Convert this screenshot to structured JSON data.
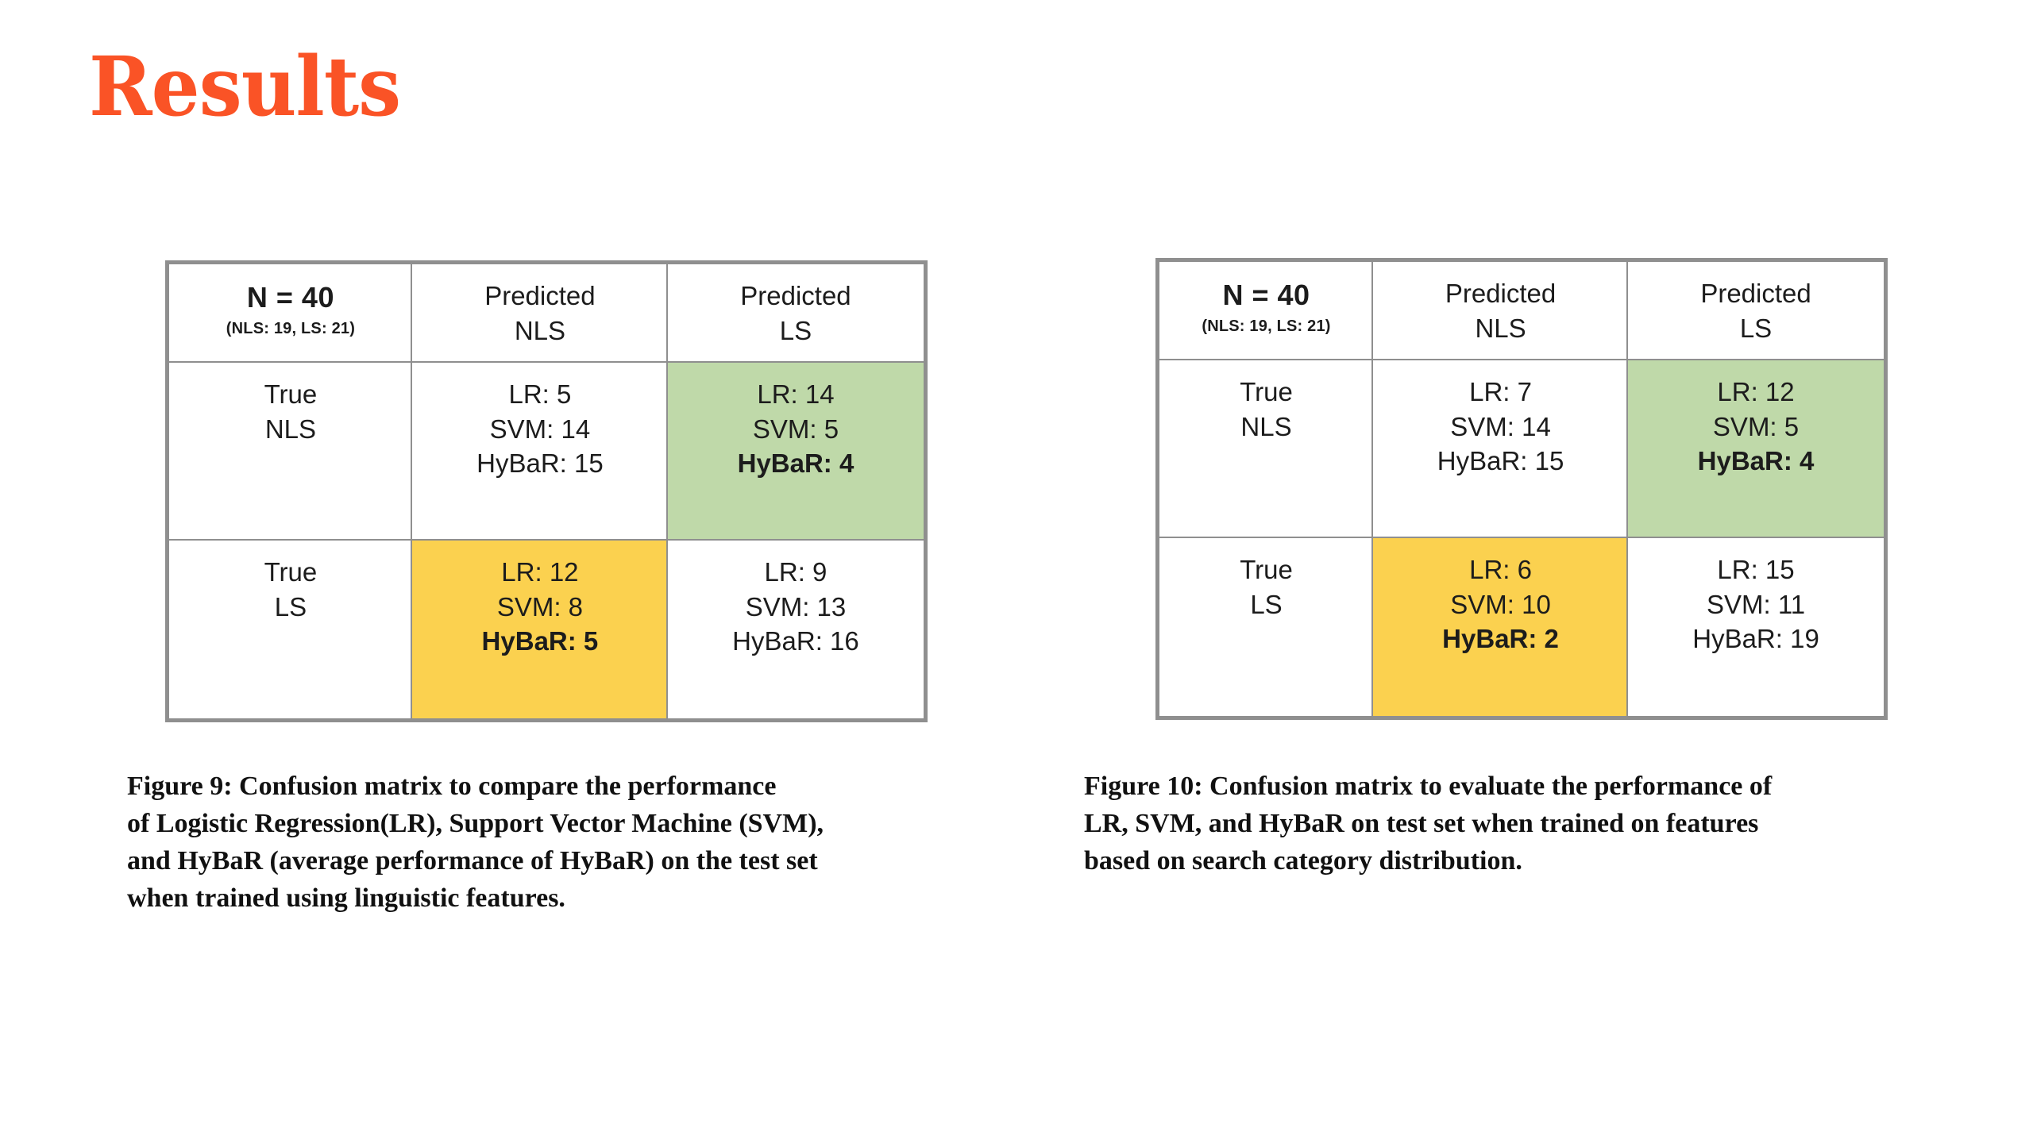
{
  "slide": {
    "title": "Results",
    "title_color": "#FA5326",
    "background": "#ffffff"
  },
  "theme": {
    "border_color": "#8f8f8f",
    "highlight_green": "#bfd9a9",
    "highlight_yellow": "#fbd14f",
    "text_color": "#1c1c1c"
  },
  "figures": [
    {
      "id": "figure-9",
      "matrix": {
        "corner": {
          "main": "N = 40",
          "sub": "(NLS: 19, LS: 21)"
        },
        "col_headers": [
          {
            "line1": "Predicted",
            "line2": "NLS"
          },
          {
            "line1": "Predicted",
            "line2": "LS"
          }
        ],
        "rows": [
          {
            "label": {
              "line1": "True",
              "line2": "NLS"
            },
            "cells": [
              {
                "highlight": "none",
                "lr": "LR: 5",
                "svm": "SVM: 14",
                "hybar": "HyBaR: 15",
                "hybar_bold": false
              },
              {
                "highlight": "green",
                "lr": "LR: 14",
                "svm": "SVM: 5",
                "hybar": "HyBaR: 4",
                "hybar_bold": true
              }
            ]
          },
          {
            "label": {
              "line1": "True",
              "line2": "LS"
            },
            "cells": [
              {
                "highlight": "yellow",
                "lr": "LR: 12",
                "svm": "SVM: 8",
                "hybar": "HyBaR: 5",
                "hybar_bold": true
              },
              {
                "highlight": "none",
                "lr": "LR: 9",
                "svm": "SVM: 13",
                "hybar": "HyBaR: 16",
                "hybar_bold": false
              }
            ]
          }
        ]
      },
      "caption": {
        "lines": [
          "Figure 9: Confusion matrix to compare the performance",
          "of Logistic Regression(LR), Support Vector Machine (SVM),",
          "and HyBaR (average performance of HyBaR) on the test set",
          "when trained using linguistic features."
        ]
      }
    },
    {
      "id": "figure-10",
      "matrix": {
        "corner": {
          "main": "N = 40",
          "sub": "(NLS: 19, LS: 21)"
        },
        "col_headers": [
          {
            "line1": "Predicted",
            "line2": "NLS"
          },
          {
            "line1": "Predicted",
            "line2": "LS"
          }
        ],
        "rows": [
          {
            "label": {
              "line1": "True",
              "line2": "NLS"
            },
            "cells": [
              {
                "highlight": "none",
                "lr": "LR: 7",
                "svm": "SVM: 14",
                "hybar": "HyBaR: 15",
                "hybar_bold": false
              },
              {
                "highlight": "green",
                "lr": "LR: 12",
                "svm": "SVM: 5",
                "hybar": "HyBaR: 4",
                "hybar_bold": true
              }
            ]
          },
          {
            "label": {
              "line1": "True",
              "line2": "LS"
            },
            "cells": [
              {
                "highlight": "yellow",
                "lr": "LR: 6",
                "svm": "SVM: 10",
                "hybar": "HyBaR: 2",
                "hybar_bold": true
              },
              {
                "highlight": "none",
                "lr": "LR: 15",
                "svm": "SVM: 11",
                "hybar": "HyBaR: 19",
                "hybar_bold": false
              }
            ]
          }
        ]
      },
      "caption": {
        "lines": [
          "Figure 10: Confusion matrix to evaluate the performance of",
          "LR, SVM, and HyBaR on test set when trained on features",
          "based on search category distribution."
        ]
      }
    }
  ],
  "chart_data": {
    "type": "table",
    "title": "Results",
    "tables": [
      {
        "name": "Figure 9 confusion matrix",
        "n_total": 40,
        "class_counts": {
          "NLS": 19,
          "LS": 21
        },
        "row_labels": [
          "True NLS",
          "True LS"
        ],
        "col_labels": [
          "Predicted NLS",
          "Predicted LS"
        ],
        "series": [
          {
            "name": "LR",
            "values": [
              [
                5,
                14
              ],
              [
                12,
                9
              ]
            ]
          },
          {
            "name": "SVM",
            "values": [
              [
                14,
                5
              ],
              [
                8,
                13
              ]
            ]
          },
          {
            "name": "HyBaR",
            "values": [
              [
                15,
                4
              ],
              [
                5,
                16
              ]
            ]
          }
        ],
        "highlighted": [
          {
            "row": "True NLS",
            "col": "Predicted LS",
            "color": "green",
            "note": "HyBaR: 4"
          },
          {
            "row": "True LS",
            "col": "Predicted NLS",
            "color": "yellow",
            "note": "HyBaR: 5"
          }
        ]
      },
      {
        "name": "Figure 10 confusion matrix",
        "n_total": 40,
        "class_counts": {
          "NLS": 19,
          "LS": 21
        },
        "row_labels": [
          "True NLS",
          "True LS"
        ],
        "col_labels": [
          "Predicted NLS",
          "Predicted LS"
        ],
        "series": [
          {
            "name": "LR",
            "values": [
              [
                7,
                12
              ],
              [
                6,
                15
              ]
            ]
          },
          {
            "name": "SVM",
            "values": [
              [
                14,
                5
              ],
              [
                10,
                11
              ]
            ]
          },
          {
            "name": "HyBaR",
            "values": [
              [
                15,
                4
              ],
              [
                2,
                19
              ]
            ]
          }
        ],
        "highlighted": [
          {
            "row": "True NLS",
            "col": "Predicted LS",
            "color": "green",
            "note": "HyBaR: 4"
          },
          {
            "row": "True LS",
            "col": "Predicted NLS",
            "color": "yellow",
            "note": "HyBaR: 2"
          }
        ]
      }
    ]
  }
}
